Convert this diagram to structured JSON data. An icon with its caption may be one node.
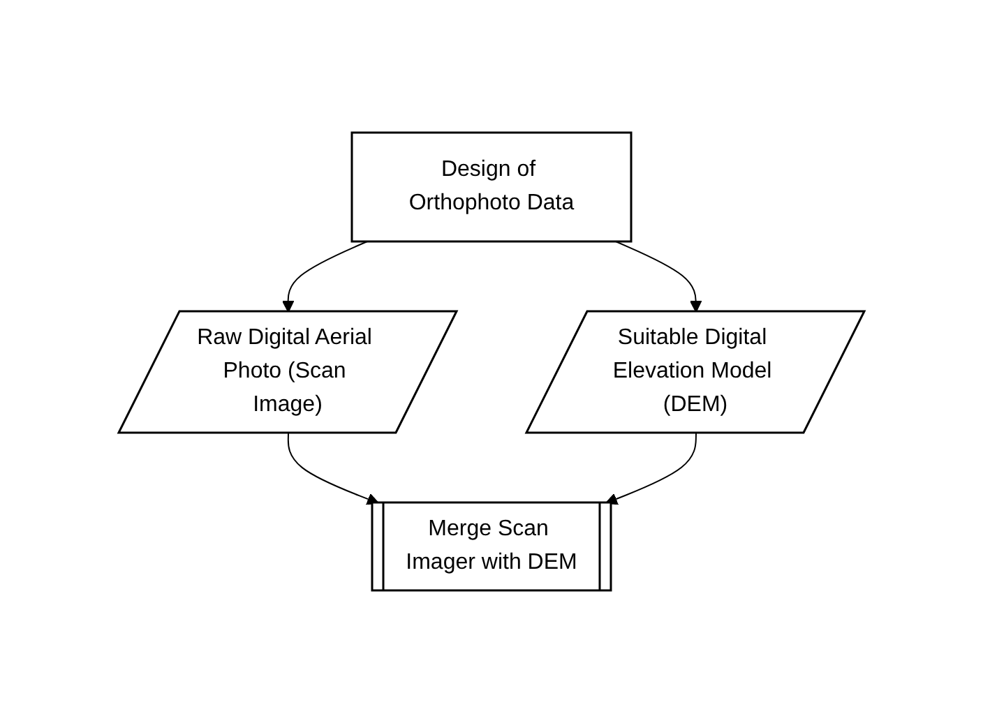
{
  "diagram": {
    "nodes": [
      {
        "text": [
          "Design of Orthophoto Data"
        ]
      },
      {
        "text": [
          "Raw Digital Aerial Photo (Scan Image)"
        ]
      },
      {
        "text": [
          "Suitable Digital Elevation Model (DEM)"
        ]
      },
      {
        "text": [
          "Merge Scan Imager with DEM"
        ]
      }
    ],
    "edges": [
      {
        "from": 0,
        "to": 1,
        "arrow": "to"
      },
      {
        "from": 0,
        "to": 2,
        "arrow": "to"
      },
      {
        "from": 1,
        "to": 3,
        "arrow": "to"
      },
      {
        "from": 2,
        "to": 3,
        "arrow": "to"
      }
    ]
  }
}
